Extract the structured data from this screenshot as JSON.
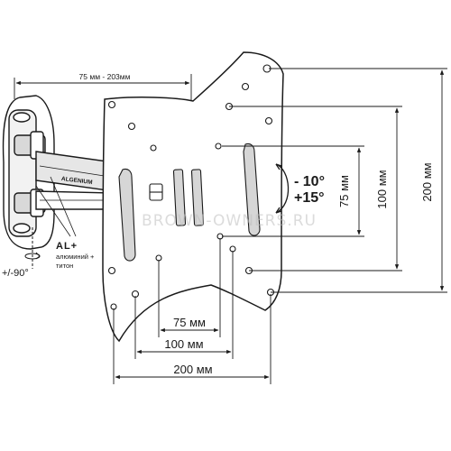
{
  "dimensions": {
    "arm_reach": "75 мм - 203мм",
    "vesa_h_75": "75 мм",
    "vesa_h_100": "100 мм",
    "vesa_h_200": "200 мм",
    "vesa_v_75": "75 мм",
    "vesa_v_100": "100 мм",
    "vesa_v_200": "200 мм"
  },
  "tilt": {
    "down": "- 10°",
    "up": "+15°"
  },
  "swivel": "+/-90°",
  "brand_label": "ALGENIUM",
  "material": {
    "badge": "AL+",
    "line1": "алюминий +",
    "line2": "титон"
  },
  "watermark": "BROWN-OWNERS.RU",
  "colors": {
    "line": "#1a1a1a",
    "plate_fill": "#ffffff",
    "slot_fill": "#d6d6d6"
  }
}
